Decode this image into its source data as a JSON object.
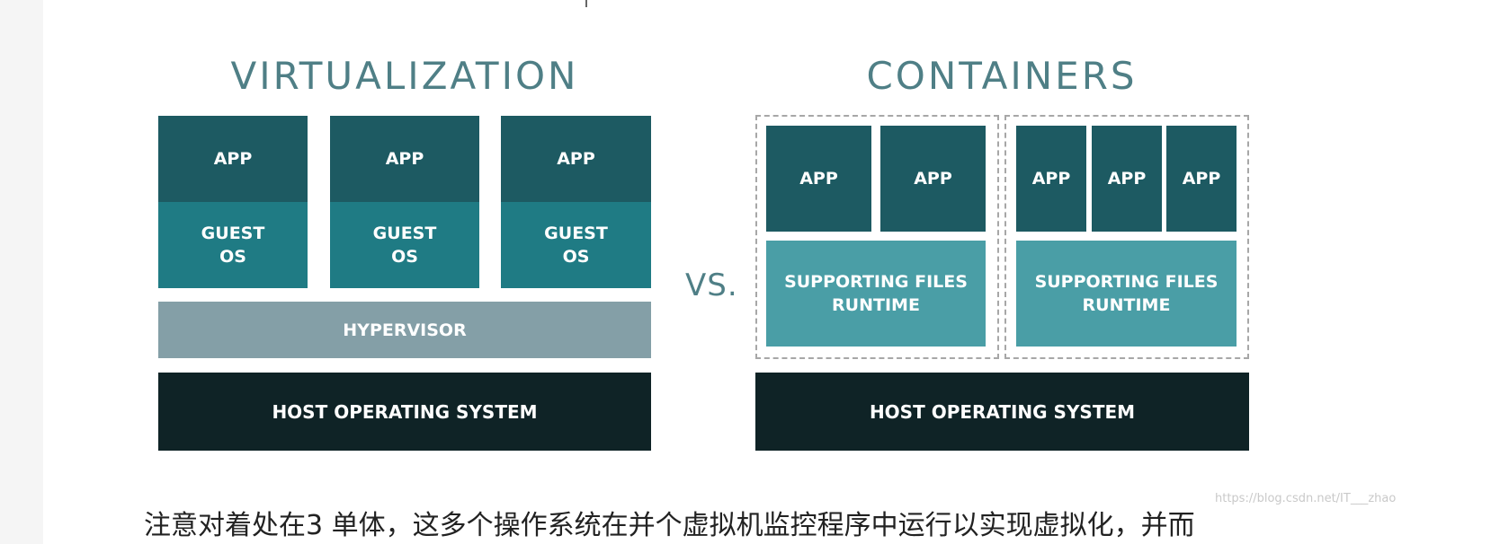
{
  "diagram": {
    "left_title": "VIRTUALIZATION",
    "right_title": "CONTAINERS",
    "vs_label": "VS.",
    "virtualization": {
      "app_label": "APP",
      "guest_os_label": "GUEST\nOS",
      "hypervisor_label": "HYPERVISOR",
      "host_label": "HOST OPERATING SYSTEM"
    },
    "containers": {
      "app_label": "APP",
      "support_label": "SUPPORTING FILES\nRUNTIME",
      "host_label": "HOST OPERATING SYSTEM"
    }
  },
  "footer": {
    "text": "注意对着处在3 单体，这多个操作系统在并个虚拟机监控程序中运行以实现虚拟化，并而",
    "watermark": "https://blog.csdn.net/IT___zhao"
  },
  "colors": {
    "app": "#1d5a62",
    "guest_os": "#1f7b84",
    "hypervisor": "#849fa7",
    "host": "#0f2326",
    "supporting_files": "#4a9ea6",
    "title": "#4f7f86"
  }
}
